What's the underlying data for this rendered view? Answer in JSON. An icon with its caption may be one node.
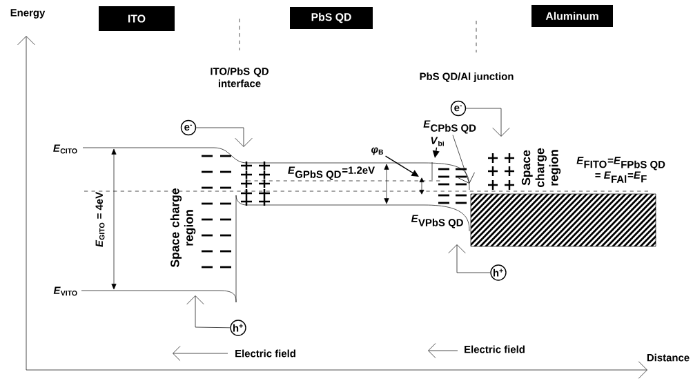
{
  "diagram": {
    "nodes": [
      {
        "text": [
          "ITO"
        ]
      },
      {
        "text": [
          "PbS QD"
        ]
      },
      {
        "text": [
          "Aluminum"
        ]
      },
      {
        "text": [
          "e$^{-}$"
        ]
      },
      {
        "text": [
          "h$^{+}$"
        ]
      },
      {
        "text": [
          "e$^{-}$"
        ]
      },
      {
        "text": [
          "h$^{+}$"
        ]
      },
      {
        "text": [
          "*φ*$_{B}$"
        ]
      },
      {
        "text": [
          "*V*$_{bi}$"
        ]
      },
      {
        "text": [
          "\\textbf{\\textit{E}}_{\\textbf{CPbS QD}}"
        ]
      }
    ],
    "edges": [
      {
        "from": 3,
        "to": null,
        "arrow": "to"
      },
      {
        "from": 4,
        "to": null,
        "arrow": "to"
      },
      {
        "from": 5,
        "to": null,
        "arrow": "to"
      },
      {
        "from": 6,
        "to": null,
        "arrow": "to"
      },
      {
        "from": 7,
        "to": null,
        "arrow": "to"
      },
      {
        "from": 8,
        "to": null,
        "arrow": "to"
      },
      {
        "from": 9,
        "to": null,
        "arrow": "to"
      }
    ],
    "labels": [
      "Energy",
      "ITO/PbS QD interface",
      "PbS QD/Al junction",
      "*E*$_{CITO}$",
      "*E*$_{GITO}$ = 4eV",
      "Space charge region",
      "*E*$_{VITO}$",
      "\\textbf{\\textit{E}}_{\\textbf{GPbS QD}}\\textbf{=1.2eV}",
      "\\textbf{\\textit{E}}_{\\textbf{VPbS QD}}",
      "Space charge region",
      "\\begin{array}{c}\\textbf{\\textit{E}}_{\\textbf{FITO}}\\textbf{=}\\textbf{\\textit{E}}_{\\textbf{FPbS QD}}\\\\ \\textbf{= }\\textbf{\\textit{E}}_{\\textbf{FAl}}\\textbf{=}\\textbf{\\textit{E}}_{\\textbf{F}}\\end{array}",
      "Electric field",
      "Electric field",
      "Distance"
    ]
  }
}
